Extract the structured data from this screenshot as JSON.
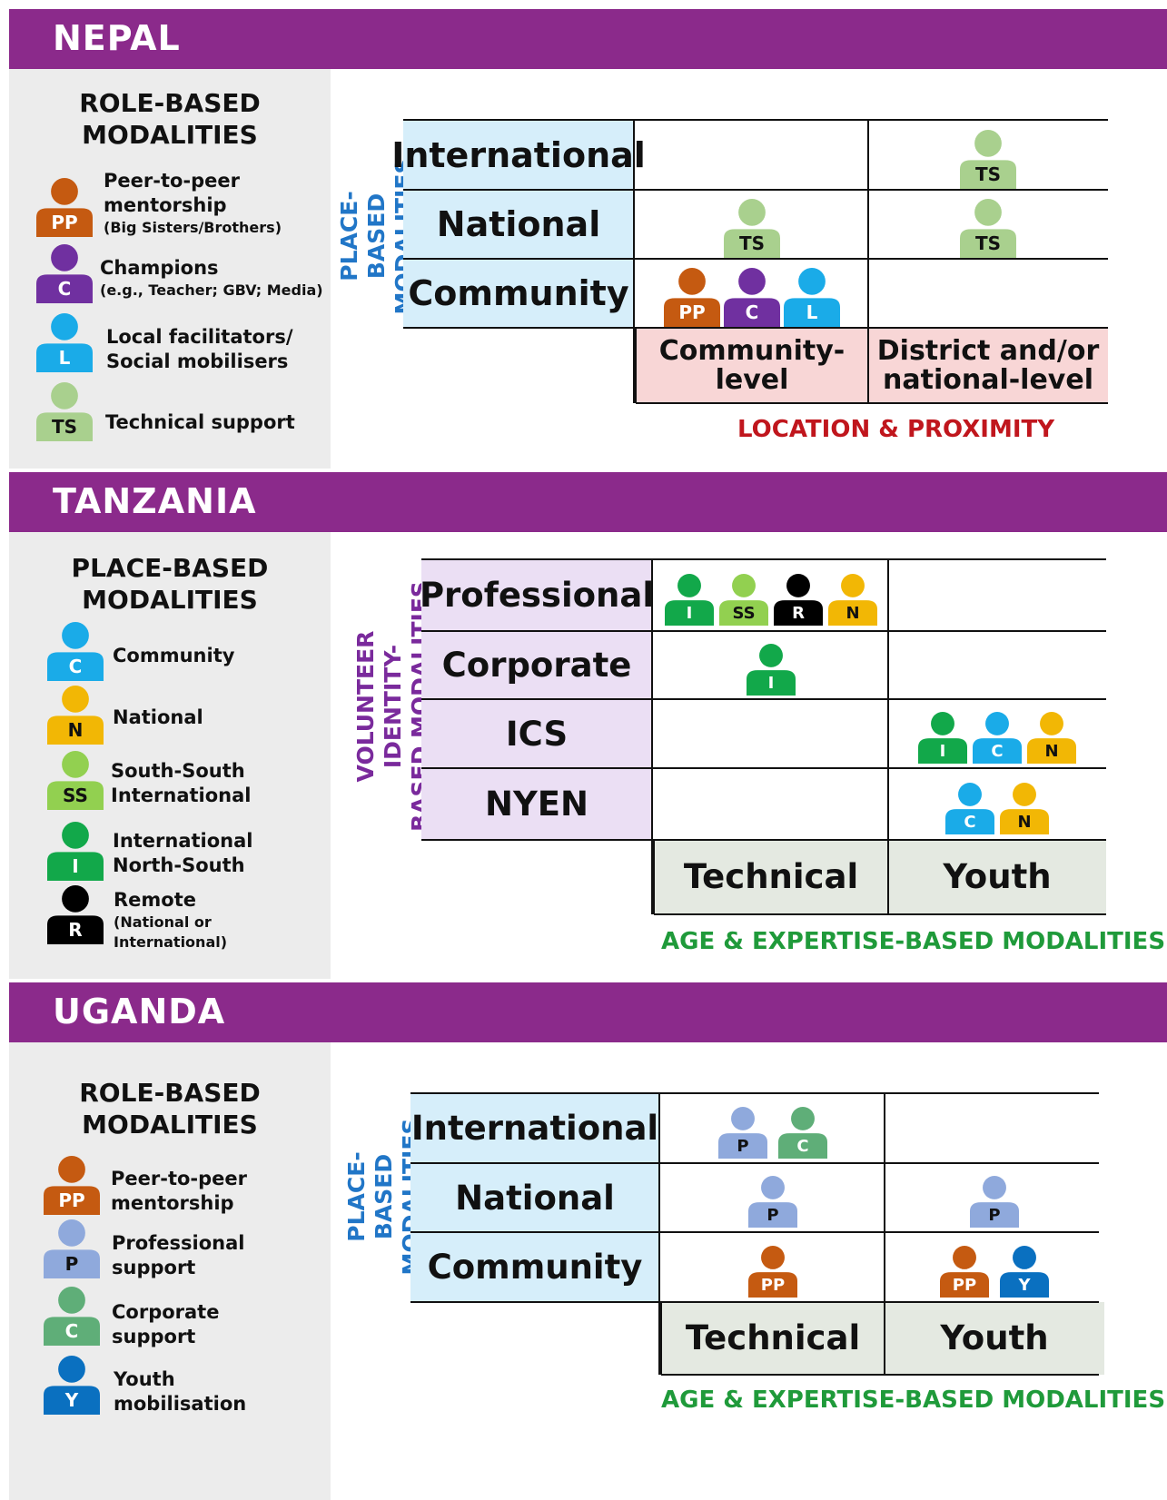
{
  "colors": {
    "band": "#8b2a8b",
    "legend_bg": "#ececec",
    "place_axis": "#2176c7",
    "location_axis": "#c0161d",
    "volunteer_axis": "#7a2a9c",
    "age_axis": "#1f9a3a",
    "blue_cell": "#d6eefa",
    "pink_cell": "#f8d6d6",
    "lilac_cell": "#ebdff4",
    "grey_cell": "#e4e9e1",
    "PP": "#c55a11",
    "C_nepal": "#7030a0",
    "L": "#1aabe8",
    "TS": "#a9d08e",
    "C_tz": "#1aabe8",
    "N": "#f2b705",
    "SS": "#92d050",
    "I": "#12a84a",
    "R": "#000000",
    "P": "#8fa9dc",
    "C_ug": "#5fae78",
    "Y": "#0a70c0"
  },
  "nepal": {
    "title": "NEPAL",
    "legend_title": "ROLE-BASED\nMODALITIES",
    "legend": [
      {
        "code": "PP",
        "icon": "person-icon",
        "label": "Peer-to-peer\nmentorship",
        "sub": "(Big Sisters/Brothers)"
      },
      {
        "code": "C",
        "icon": "person-icon",
        "label": "Champions",
        "sub": "(e.g., Teacher; GBV; Media)"
      },
      {
        "code": "L",
        "icon": "person-icon",
        "label": "Local facilitators/\nSocial mobilisers",
        "sub": ""
      },
      {
        "code": "TS",
        "icon": "person-icon",
        "label": "Technical support",
        "sub": ""
      }
    ],
    "y_axis": "PLACE-BASED\nMODALITIES",
    "rows": [
      "International",
      "National",
      "Community"
    ],
    "cols": [
      "Community-\nlevel",
      "District and/or\nnational-level"
    ],
    "x_axis": "LOCATION & PROXIMITY",
    "cells": [
      [
        [],
        [
          "TS"
        ]
      ],
      [
        [
          "TS"
        ],
        [
          "TS"
        ]
      ],
      [
        [
          "PP",
          "C",
          "L"
        ],
        []
      ]
    ]
  },
  "tanzania": {
    "title": "TANZANIA",
    "legend_title": "PLACE-BASED\nMODALITIES",
    "legend": [
      {
        "code": "C",
        "icon": "person-icon",
        "label": "Community",
        "sub": ""
      },
      {
        "code": "N",
        "icon": "person-icon",
        "label": "National",
        "sub": ""
      },
      {
        "code": "SS",
        "icon": "person-icon",
        "label": "South-South\nInternational",
        "sub": ""
      },
      {
        "code": "I",
        "icon": "person-icon",
        "label": "International\nNorth-South",
        "sub": ""
      },
      {
        "code": "R",
        "icon": "person-icon",
        "label": "Remote",
        "sub": "(National or\nInternational)"
      }
    ],
    "y_axis": "VOLUNTEER IDENTITY-\nBASED MODALITIES",
    "rows": [
      "Professional",
      "Corporate",
      "ICS",
      "NYEN"
    ],
    "cols": [
      "Technical",
      "Youth"
    ],
    "x_axis": "AGE & EXPERTISE-BASED MODALITIES",
    "cells": [
      [
        [
          "I",
          "SS",
          "R",
          "N"
        ],
        []
      ],
      [
        [
          "I"
        ],
        []
      ],
      [
        [],
        [
          "I",
          "C",
          "N"
        ]
      ],
      [
        [],
        [
          "C",
          "N"
        ]
      ]
    ]
  },
  "uganda": {
    "title": "UGANDA",
    "legend_title": "ROLE-BASED\nMODALITIES",
    "legend": [
      {
        "code": "PP",
        "icon": "person-icon",
        "label": "Peer-to-peer\nmentorship",
        "sub": ""
      },
      {
        "code": "P",
        "icon": "person-icon",
        "label": "Professional\nsupport",
        "sub": ""
      },
      {
        "code": "C",
        "icon": "person-icon",
        "label": "Corporate\nsupport",
        "sub": ""
      },
      {
        "code": "Y",
        "icon": "person-icon",
        "label": "Youth\nmobilisation",
        "sub": ""
      }
    ],
    "y_axis": "PLACE-BASED\nMODALITIES",
    "rows": [
      "International",
      "National",
      "Community"
    ],
    "cols": [
      "Technical",
      "Youth"
    ],
    "x_axis": "AGE & EXPERTISE-BASED MODALITIES",
    "cells": [
      [
        [
          "P",
          "C"
        ],
        []
      ],
      [
        [
          "P"
        ],
        [
          "P"
        ]
      ],
      [
        [
          "PP"
        ],
        [
          "PP",
          "Y"
        ]
      ]
    ]
  }
}
